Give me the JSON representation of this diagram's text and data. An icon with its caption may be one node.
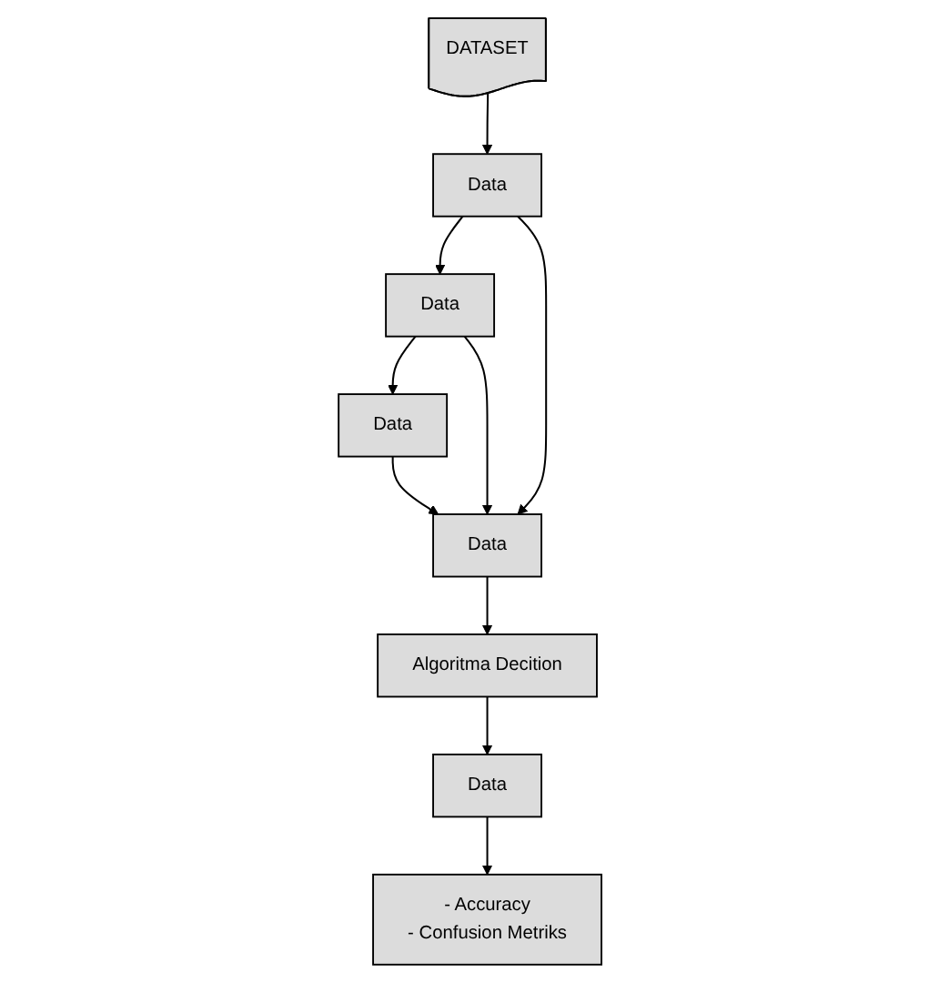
{
  "diagram": {
    "nodes": [
      {
        "text": [
          "DATASET"
        ]
      },
      {
        "text": [
          "Data"
        ]
      },
      {
        "text": [
          "Data"
        ]
      },
      {
        "text": [
          "Data"
        ]
      },
      {
        "text": [
          "Data"
        ]
      },
      {
        "text": [
          "Algoritma Decition"
        ]
      },
      {
        "text": [
          "Data"
        ]
      },
      {
        "text": [
          "- Accuracy",
          "- Confusion Metriks"
        ]
      }
    ],
    "edges": [
      {
        "from": 0,
        "to": 1,
        "arrow": "to"
      },
      {
        "from": 1,
        "to": 2,
        "arrow": "to"
      },
      {
        "from": 2,
        "to": 3,
        "arrow": "to"
      },
      {
        "from": 2,
        "to": 4,
        "arrow": "to"
      },
      {
        "from": 1,
        "to": 4,
        "arrow": "to"
      },
      {
        "from": 3,
        "to": 4,
        "arrow": "to"
      },
      {
        "from": 4,
        "to": 5,
        "arrow": "to"
      },
      {
        "from": 5,
        "to": 6,
        "arrow": "to"
      },
      {
        "from": 6,
        "to": 7,
        "arrow": "to"
      }
    ]
  }
}
